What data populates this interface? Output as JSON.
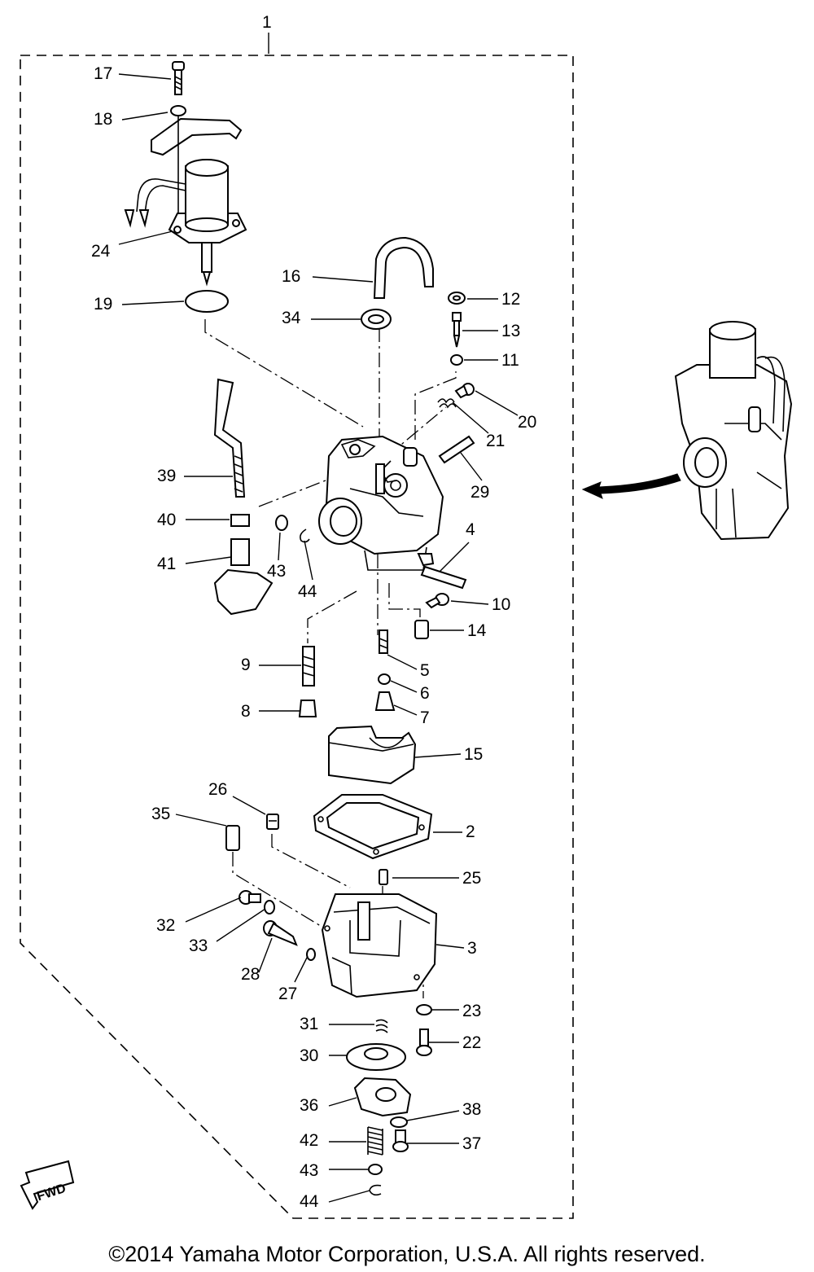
{
  "diagram": {
    "assembly_label": "1",
    "fwd_label": "FWD",
    "callouts": [
      {
        "id": "c17",
        "label": "17"
      },
      {
        "id": "c18",
        "label": "18"
      },
      {
        "id": "c24",
        "label": "24"
      },
      {
        "id": "c19",
        "label": "19"
      },
      {
        "id": "c16",
        "label": "16"
      },
      {
        "id": "c34",
        "label": "34"
      },
      {
        "id": "c12",
        "label": "12"
      },
      {
        "id": "c13",
        "label": "13"
      },
      {
        "id": "c11",
        "label": "11"
      },
      {
        "id": "c20",
        "label": "20"
      },
      {
        "id": "c21",
        "label": "21"
      },
      {
        "id": "c29",
        "label": "29"
      },
      {
        "id": "c39",
        "label": "39"
      },
      {
        "id": "c40",
        "label": "40"
      },
      {
        "id": "c41",
        "label": "41"
      },
      {
        "id": "c43a",
        "label": "43"
      },
      {
        "id": "c44a",
        "label": "44"
      },
      {
        "id": "c4",
        "label": "4"
      },
      {
        "id": "c10",
        "label": "10"
      },
      {
        "id": "c14",
        "label": "14"
      },
      {
        "id": "c9",
        "label": "9"
      },
      {
        "id": "c5",
        "label": "5"
      },
      {
        "id": "c6",
        "label": "6"
      },
      {
        "id": "c8",
        "label": "8"
      },
      {
        "id": "c7",
        "label": "7"
      },
      {
        "id": "c15",
        "label": "15"
      },
      {
        "id": "c26",
        "label": "26"
      },
      {
        "id": "c35",
        "label": "35"
      },
      {
        "id": "c2",
        "label": "2"
      },
      {
        "id": "c25",
        "label": "25"
      },
      {
        "id": "c32",
        "label": "32"
      },
      {
        "id": "c33",
        "label": "33"
      },
      {
        "id": "c3",
        "label": "3"
      },
      {
        "id": "c28",
        "label": "28"
      },
      {
        "id": "c27",
        "label": "27"
      },
      {
        "id": "c23",
        "label": "23"
      },
      {
        "id": "c31",
        "label": "31"
      },
      {
        "id": "c22",
        "label": "22"
      },
      {
        "id": "c30",
        "label": "30"
      },
      {
        "id": "c36",
        "label": "36"
      },
      {
        "id": "c38",
        "label": "38"
      },
      {
        "id": "c42",
        "label": "42"
      },
      {
        "id": "c37",
        "label": "37"
      },
      {
        "id": "c43b",
        "label": "43"
      },
      {
        "id": "c44b",
        "label": "44"
      }
    ]
  },
  "footer": {
    "copyright": "©2014 Yamaha Motor Corporation, U.S.A. All rights reserved."
  }
}
